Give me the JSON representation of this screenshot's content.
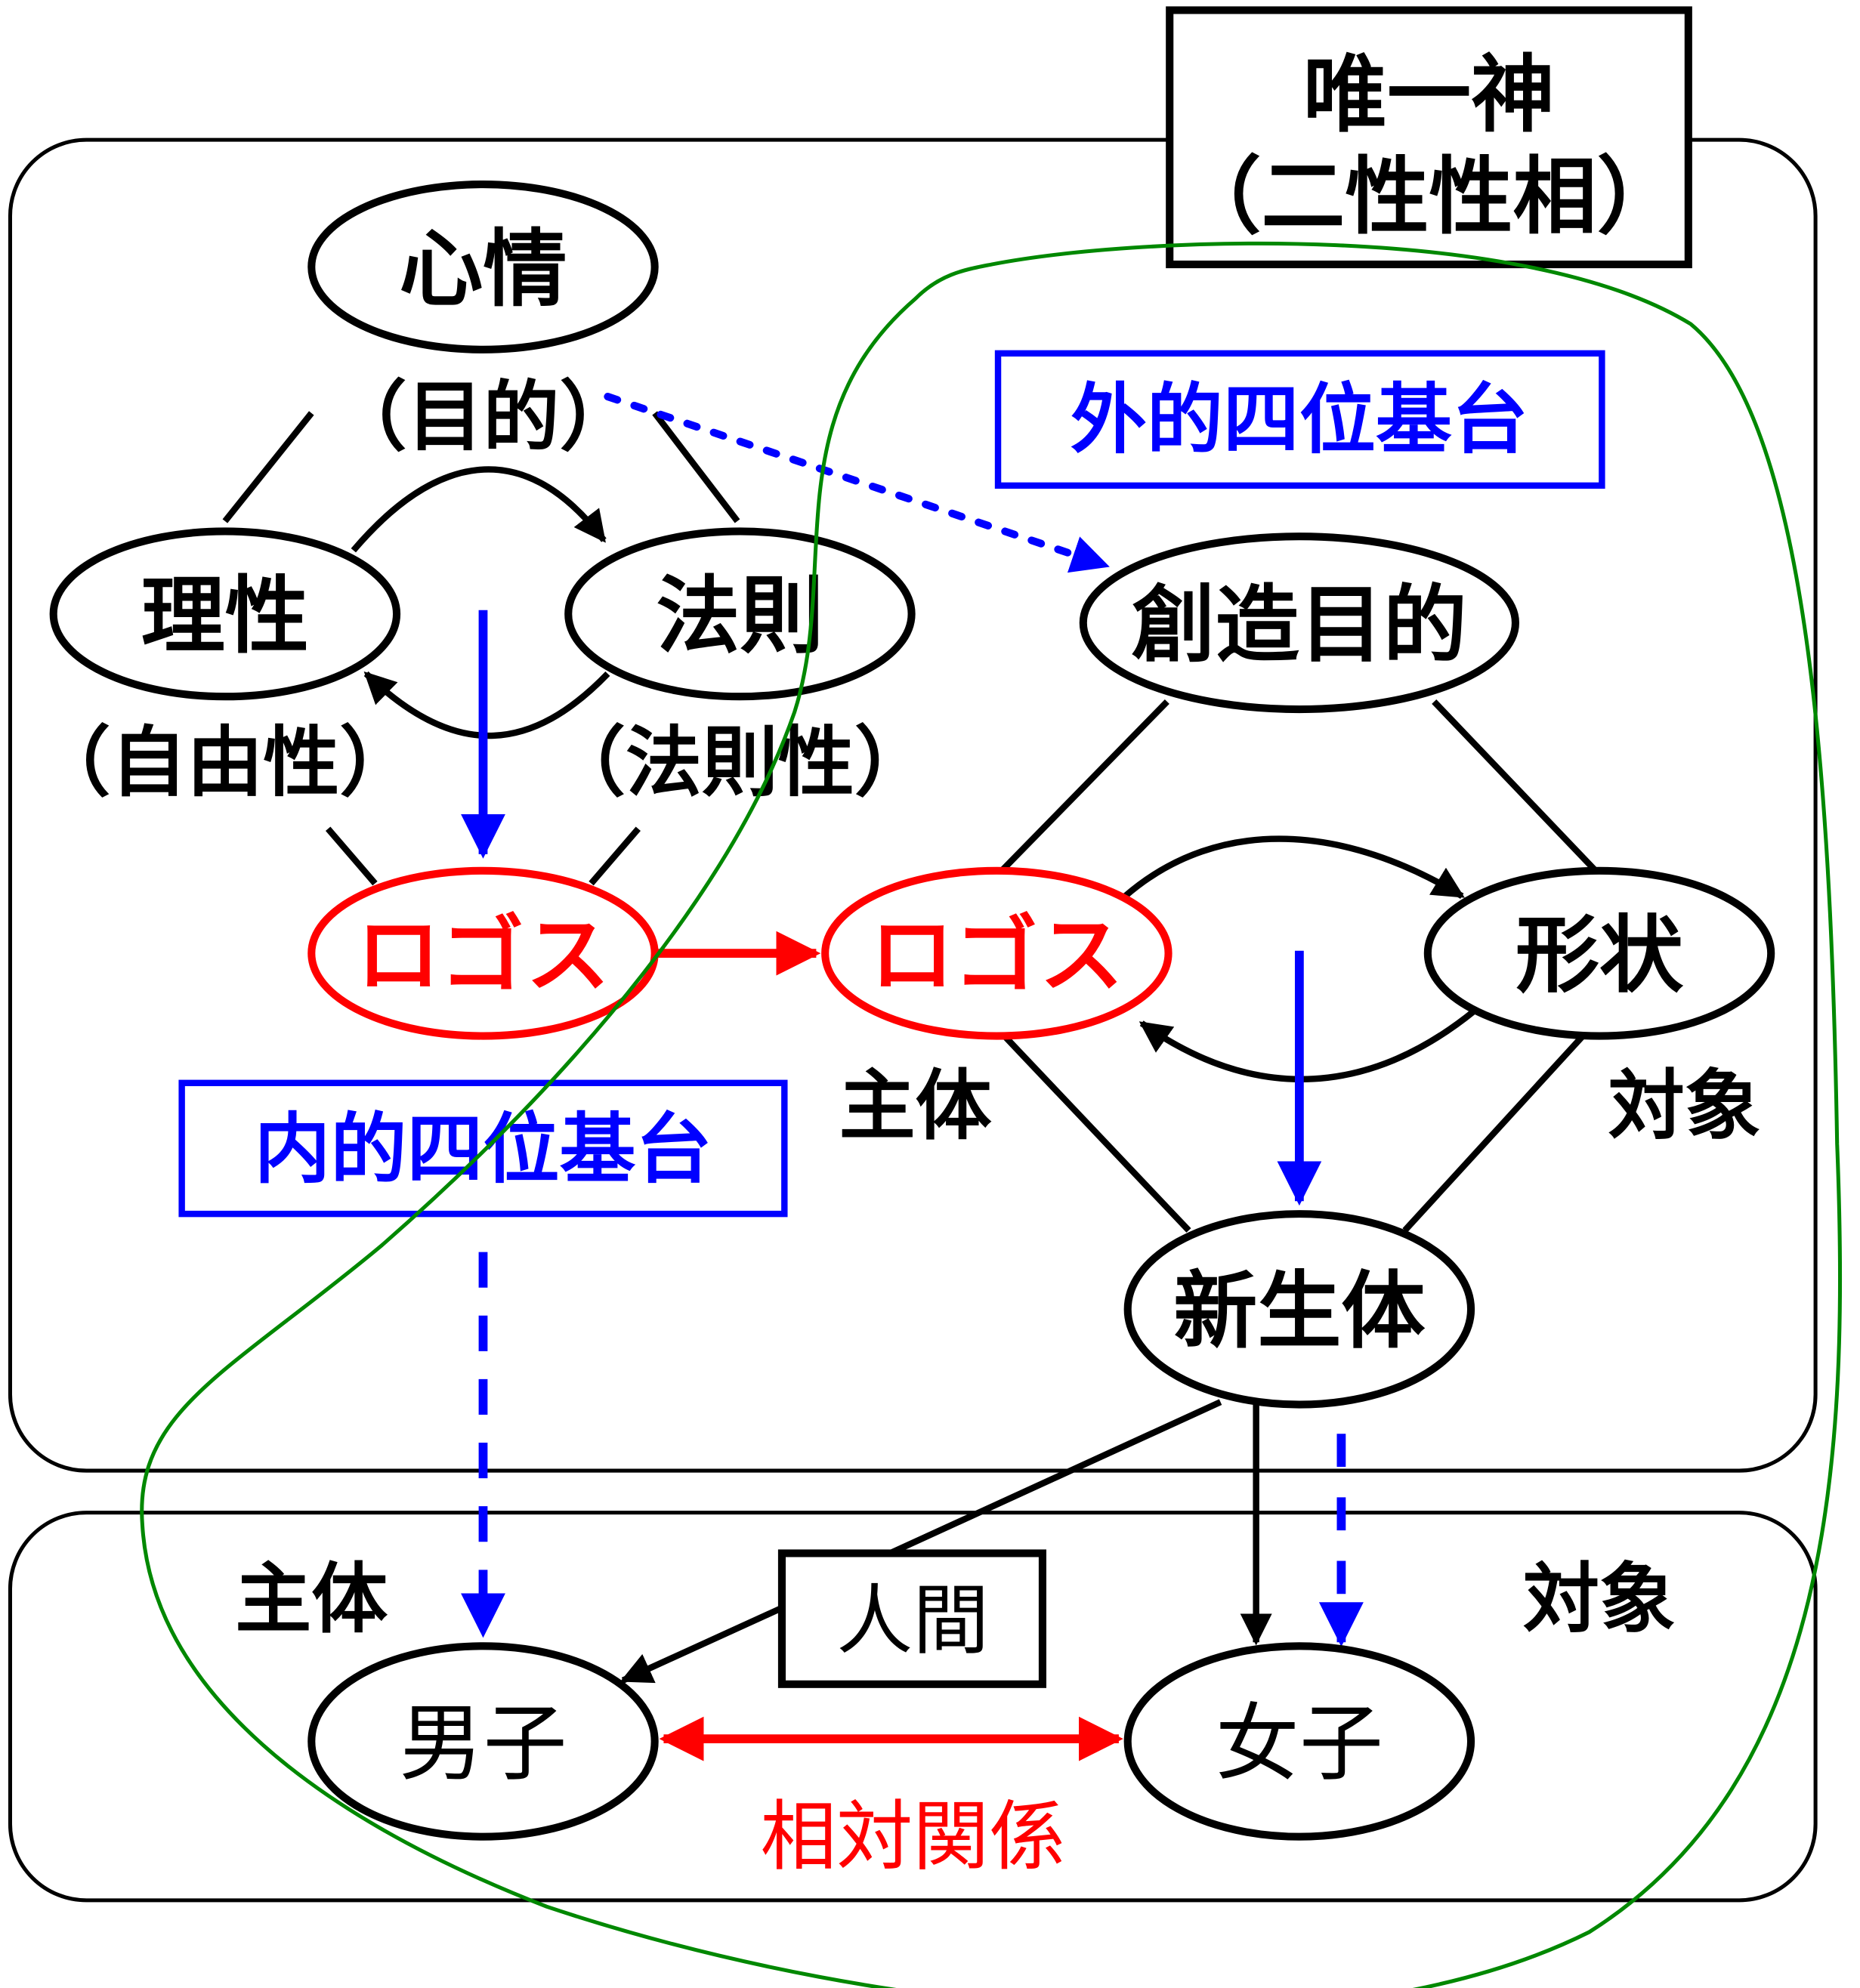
{
  "diagram": {
    "colors": {
      "black": "#000000",
      "red": "#ff0000",
      "blue": "#0000ff",
      "green": "#008800"
    },
    "god_box": {
      "line1": "唯一神",
      "line2": "（二性性相）"
    },
    "inner": {
      "heart": "心情",
      "purpose": "（目的）",
      "reason": "理性",
      "reason_note": "（自由性）",
      "law": "法則",
      "law_note": "（法則性）",
      "logos": "ロゴス",
      "title": "内的四位基台"
    },
    "outer": {
      "title": "外的四位基台",
      "creation_purpose": "創造目的",
      "logos": "ロゴス",
      "form": "形状",
      "subject": "主体",
      "object": "対象",
      "new_body": "新生体"
    },
    "human": {
      "label": "人間",
      "subject": "主体",
      "object": "対象",
      "man": "男子",
      "woman": "女子",
      "relation": "相対関係"
    }
  }
}
